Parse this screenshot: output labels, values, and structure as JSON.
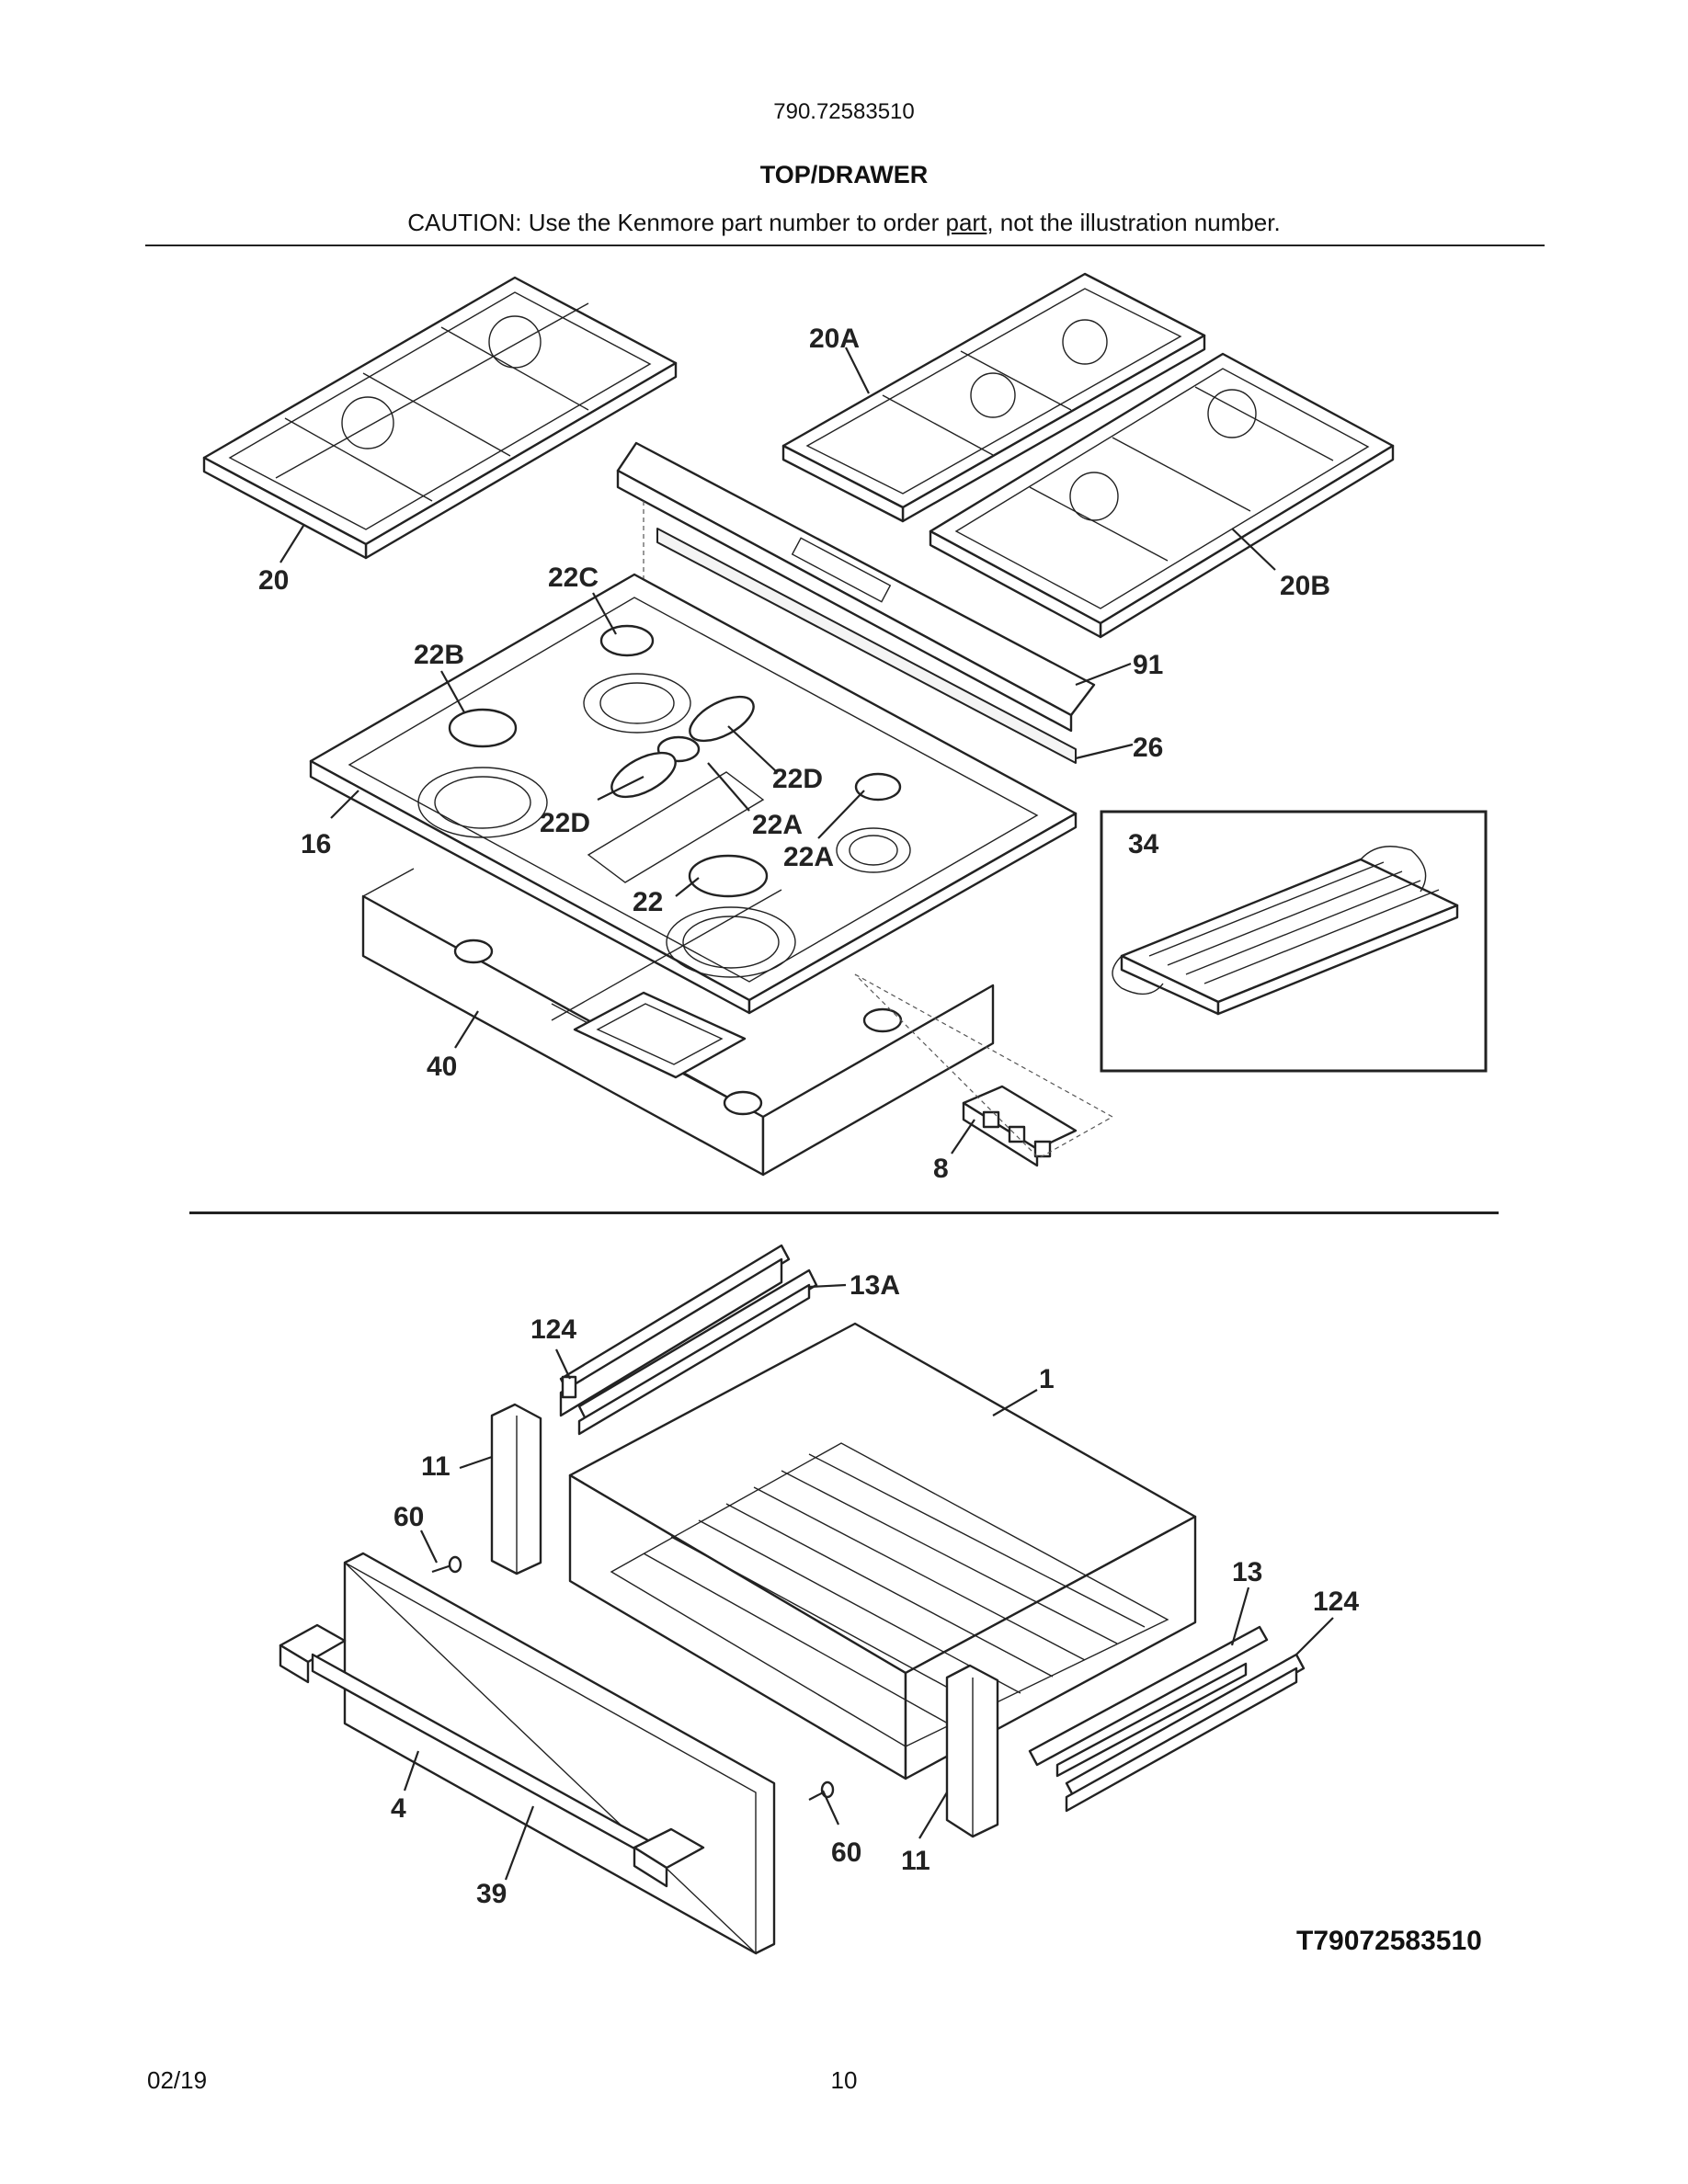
{
  "header": {
    "model_number": "790.72583510",
    "title": "TOP/DRAWER",
    "caution_prefix": "CAUTION: Use the Kenmore part number to order ",
    "caution_link": "part",
    "caution_suffix": ", not the illustration number."
  },
  "callouts": {
    "c20": "20",
    "c20A": "20A",
    "c20B": "20B",
    "c22C": "22C",
    "c22B": "22B",
    "c91": "91",
    "c26": "26",
    "c22D_a": "22D",
    "c22D_b": "22D",
    "c22A_a": "22A",
    "c22A_b": "22A",
    "c16": "16",
    "c34": "34",
    "c22": "22",
    "c40": "40",
    "c8": "8",
    "c13A": "13A",
    "c124_a": "124",
    "c1": "1",
    "c11_a": "11",
    "c60_a": "60",
    "c13": "13",
    "c124_b": "124",
    "c4": "4",
    "c60_b": "60",
    "c11_b": "11",
    "c39": "39"
  },
  "footer": {
    "diagram_id": "T79072583510",
    "date": "02/19",
    "page": "10"
  }
}
